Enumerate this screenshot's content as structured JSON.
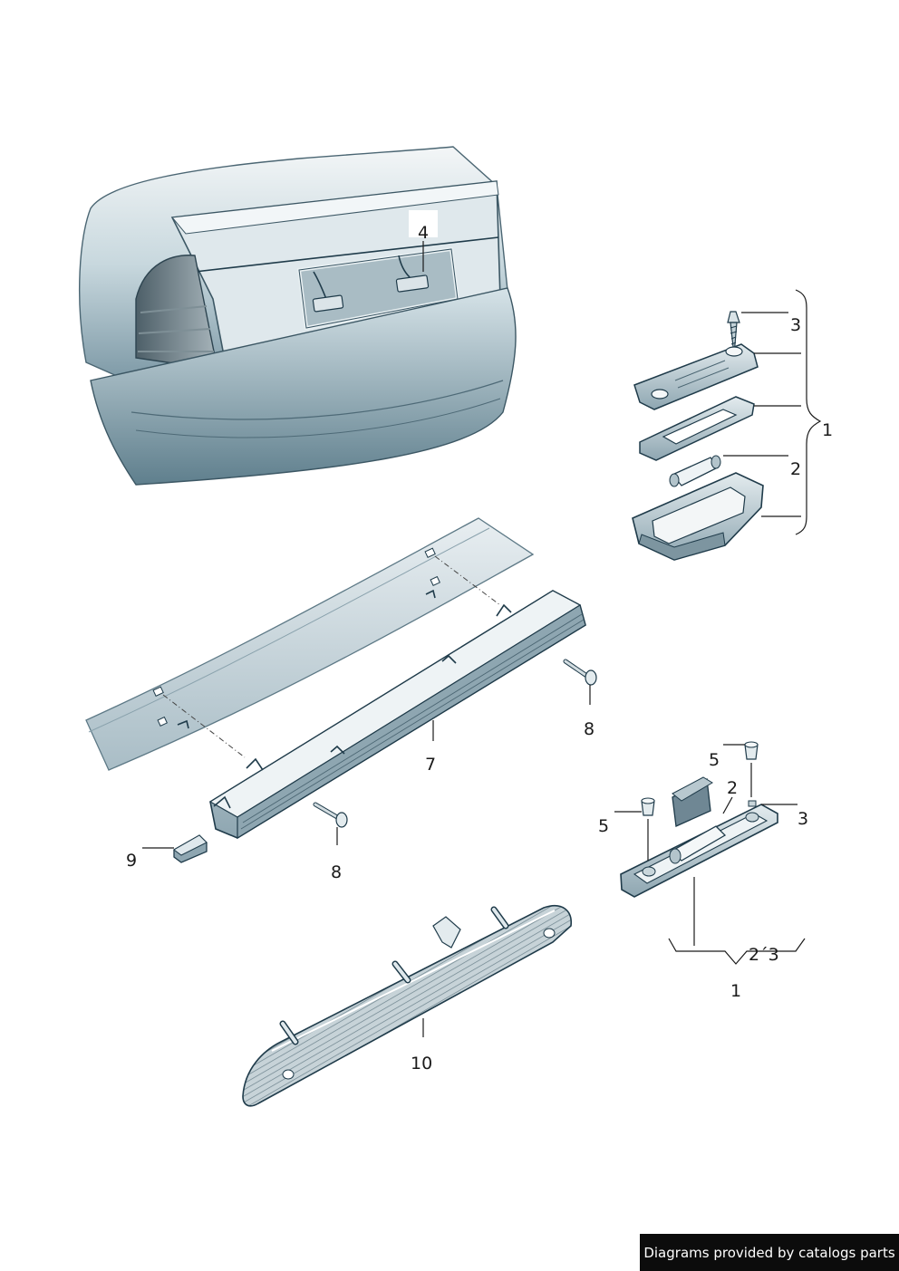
{
  "callouts": {
    "c1a": "1",
    "c1b": "1",
    "c2a": "2",
    "c2b": "2",
    "c3a": "3",
    "c3b": "3",
    "c4": "4",
    "c5a": "5",
    "c5b": "5",
    "c7": "7",
    "c8a": "8",
    "c8b": "8",
    "c9": "9",
    "c10": "10",
    "c23": "2´3"
  },
  "footer": {
    "text": "Diagrams provided by catalogs parts"
  },
  "colors": {
    "body_light": "#eef3f5",
    "body_mid": "#b9cdd5",
    "body_dark": "#6f8d9a",
    "outline": "#1f3b4a",
    "footer_bg": "#0c0c0c"
  },
  "icons": [
    "car-rear-illustration",
    "license-lamp-assembly",
    "third-brake-light",
    "screw-icon",
    "clip-icon"
  ]
}
